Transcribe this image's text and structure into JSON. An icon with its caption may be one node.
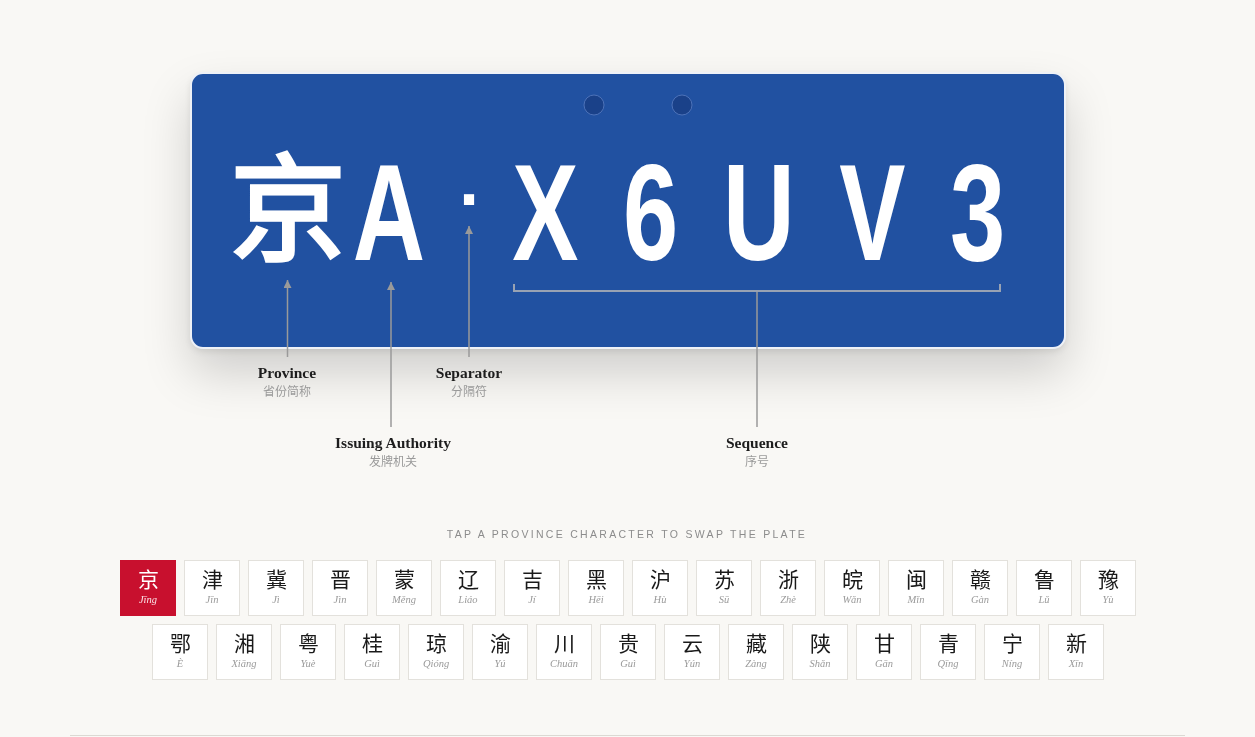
{
  "diagram": {
    "nodes": [
      {
        "text": [],
        "shape": "box"
      },
      {
        "text": [
          "京"
        ],
        "in": 0
      },
      {
        "text": [
          "A"
        ],
        "in": 0
      },
      {
        "text": [
          "·"
        ],
        "in": 0
      },
      {
        "text": [
          "X6UV3"
        ],
        "in": 0
      },
      {
        "text": [
          "Province",
          "省份简称"
        ]
      },
      {
        "text": [
          "Separator",
          "分隔符"
        ]
      },
      {
        "text": [
          "Issuing Authority",
          "发牌机关"
        ]
      },
      {
        "text": [
          "Sequence",
          "序号"
        ]
      },
      {
        "text": [
          "京",
          "Jīng"
        ]
      },
      {
        "text": [
          "津",
          "Jīn"
        ]
      },
      {
        "text": [
          "冀",
          "Jì"
        ]
      },
      {
        "text": [
          "晋",
          "Jìn"
        ]
      },
      {
        "text": [
          "蒙",
          "Měng"
        ]
      },
      {
        "text": [
          "辽",
          "Liáo"
        ]
      },
      {
        "text": [
          "吉",
          "Jí"
        ]
      },
      {
        "text": [
          "黑",
          "Hēi"
        ]
      },
      {
        "text": [
          "沪",
          "Hù"
        ]
      },
      {
        "text": [
          "苏",
          "Sū"
        ]
      },
      {
        "text": [
          "浙",
          "Zhè"
        ]
      },
      {
        "text": [
          "皖",
          "Wǎn"
        ]
      },
      {
        "text": [
          "闽",
          "Mǐn"
        ]
      },
      {
        "text": [
          "赣",
          "Gàn"
        ]
      },
      {
        "text": [
          "鲁",
          "Lǔ"
        ]
      },
      {
        "text": [
          "豫",
          "Yù"
        ]
      },
      {
        "text": [
          "鄂",
          "È"
        ]
      },
      {
        "text": [
          "湘",
          "Xiāng"
        ]
      },
      {
        "text": [
          "粤",
          "Yuè"
        ]
      },
      {
        "text": [
          "桂",
          "Guì"
        ]
      },
      {
        "text": [
          "琼",
          "Qióng"
        ]
      },
      {
        "text": [
          "渝",
          "Yú"
        ]
      },
      {
        "text": [
          "川",
          "Chuān"
        ]
      },
      {
        "text": [
          "贵",
          "Guì"
        ]
      },
      {
        "text": [
          "云",
          "Yún"
        ]
      },
      {
        "text": [
          "藏",
          "Zàng"
        ]
      },
      {
        "text": [
          "陕",
          "Shǎn"
        ]
      },
      {
        "text": [
          "甘",
          "Gān"
        ]
      },
      {
        "text": [
          "青",
          "Qīng"
        ]
      },
      {
        "text": [
          "宁",
          "Níng"
        ]
      },
      {
        "text": [
          "新",
          "Xīn"
        ]
      }
    ],
    "edges": [
      {
        "from": 5,
        "to": 1,
        "arrow": "to"
      },
      {
        "from": 6,
        "to": 3,
        "arrow": "to"
      },
      {
        "from": 7,
        "to": 2,
        "arrow": "to"
      },
      {
        "from": 8,
        "to": 4,
        "arrow": "none"
      }
    ],
    "labels": [
      "TAP A PROVINCE CHARACTER TO SWAP THE PLATE"
    ]
  }
}
